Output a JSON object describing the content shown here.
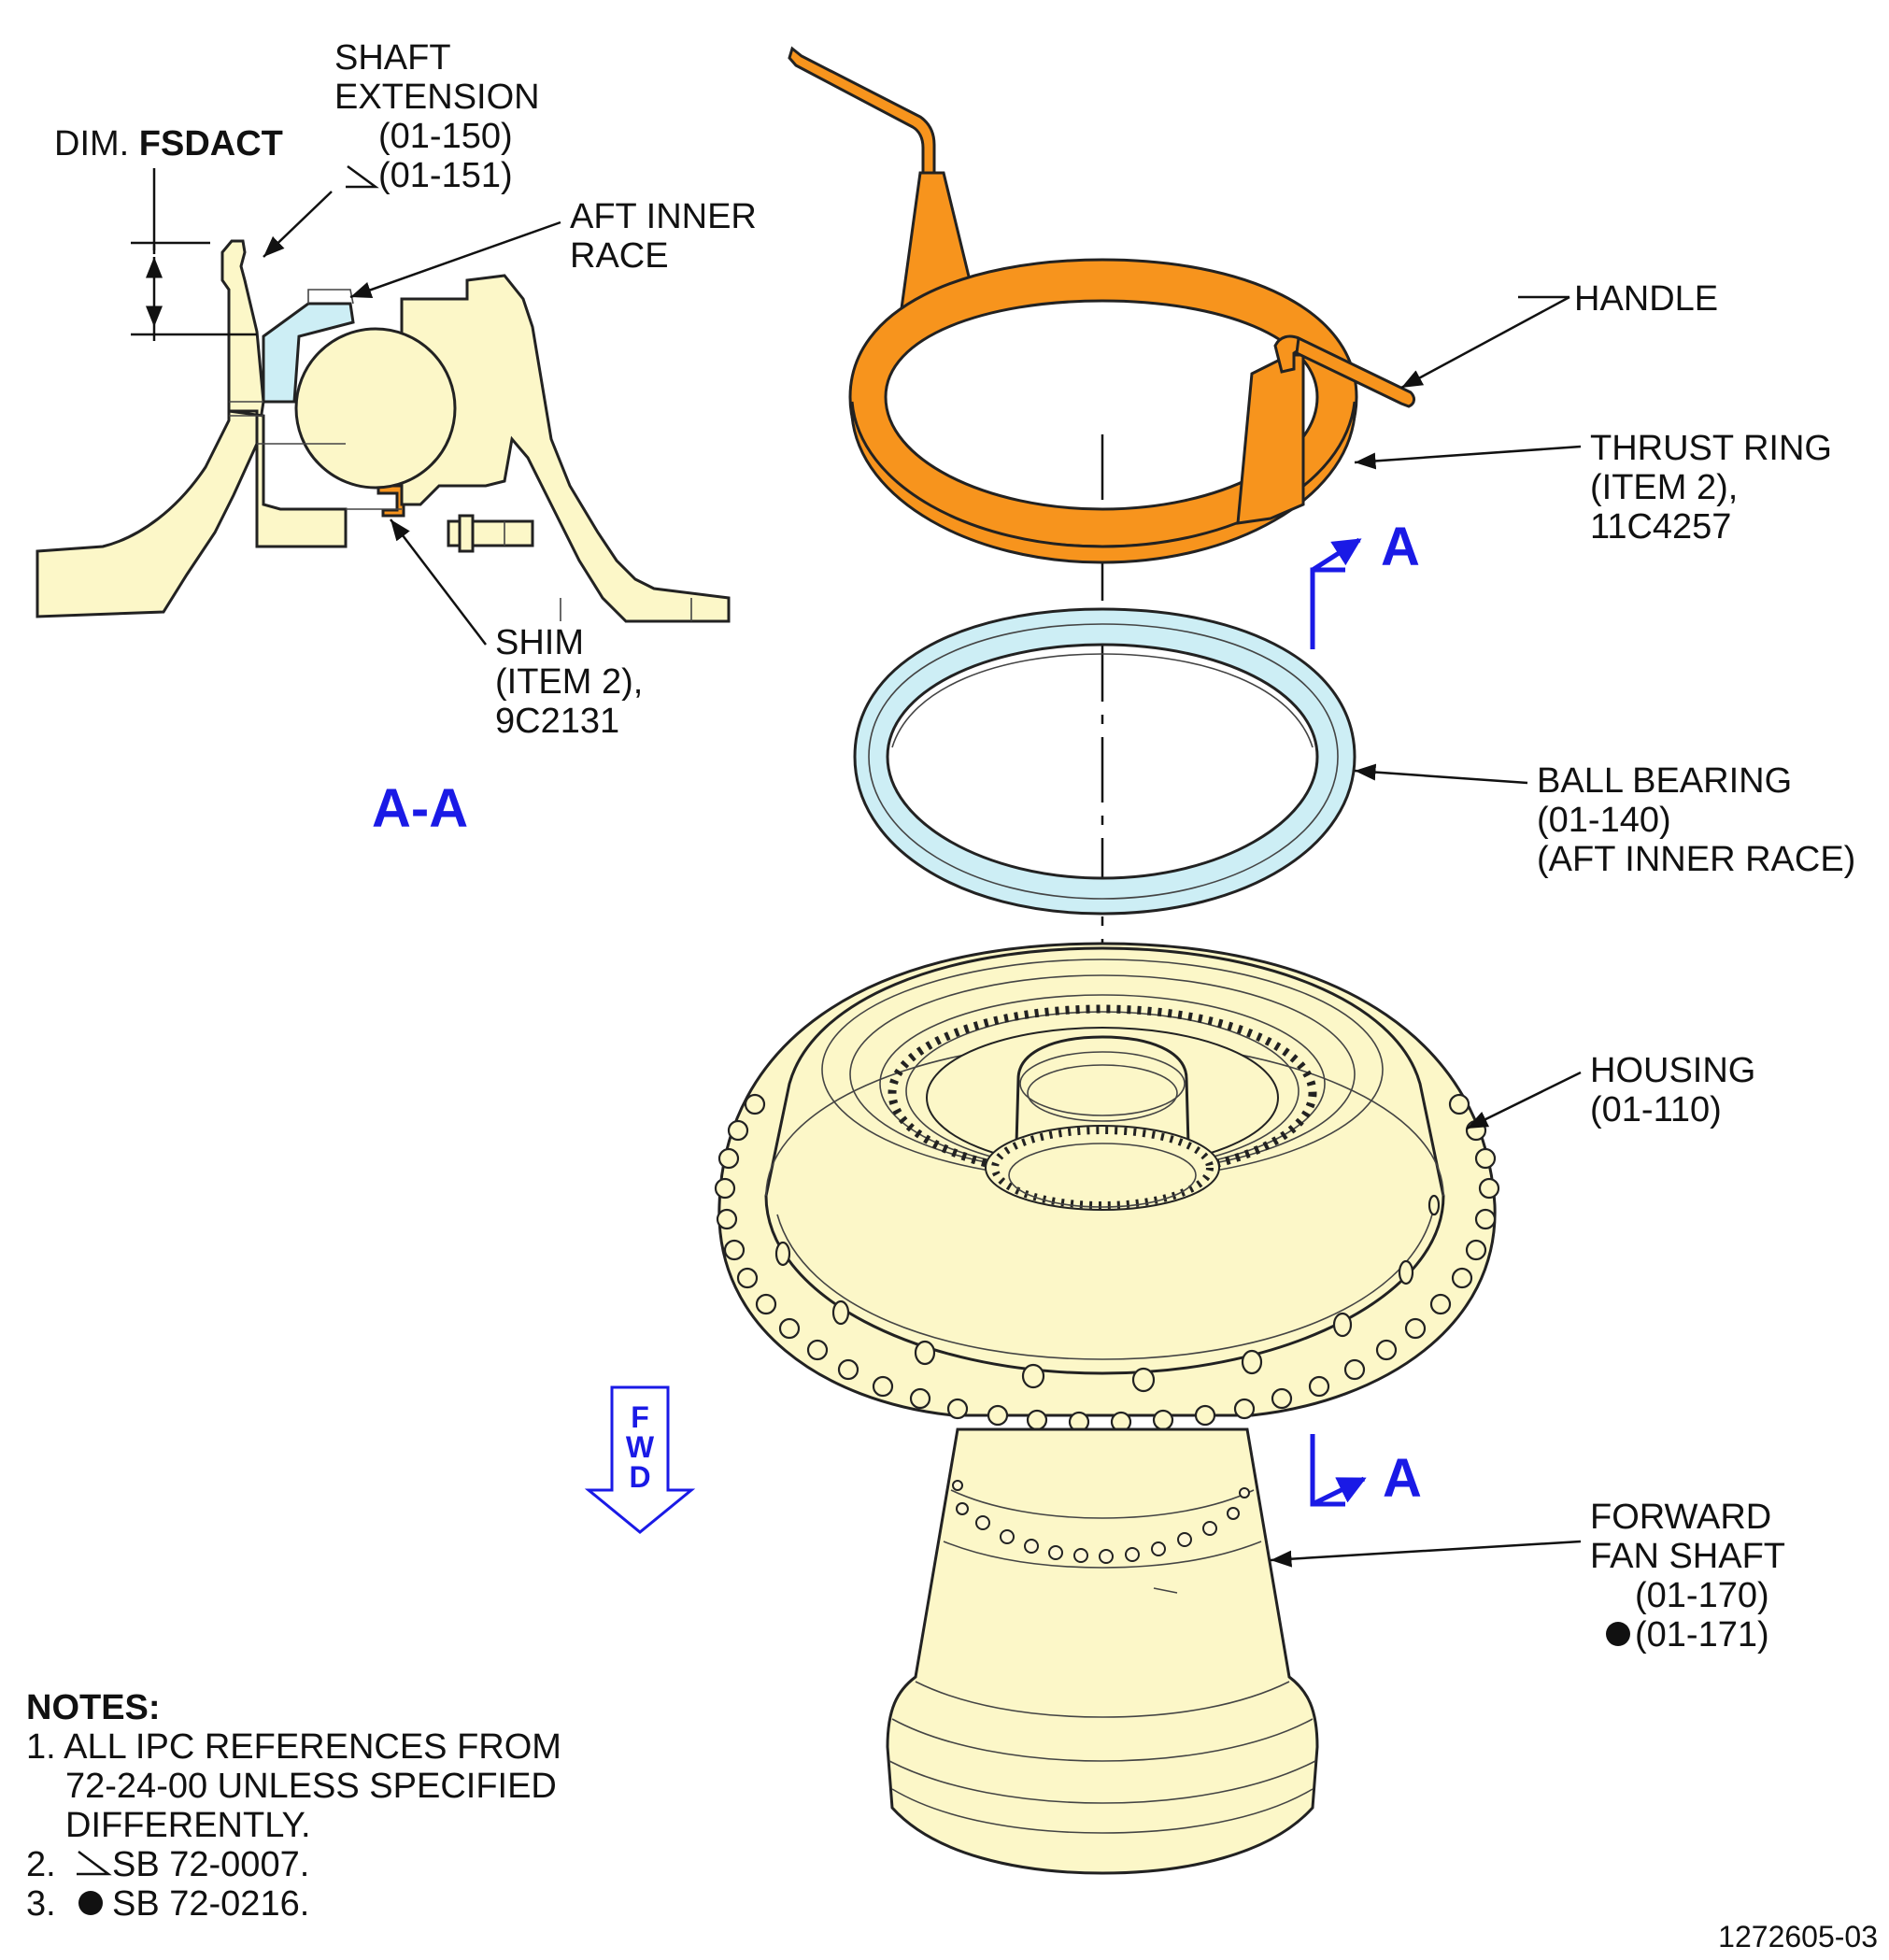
{
  "section_view": {
    "dim_prefix": "DIM. ",
    "dim_name": "FSDACT",
    "shaft_extension": [
      "SHAFT",
      "EXTENSION",
      "(01-150)",
      "(01-151)"
    ],
    "aft_inner_race": [
      "AFT INNER",
      "RACE"
    ],
    "shim": [
      "SHIM",
      "(ITEM 2),",
      "9C2131"
    ],
    "title": "A-A"
  },
  "callouts": {
    "handle": "HANDLE",
    "thrust_ring": [
      "THRUST RING",
      "(ITEM 2),",
      "11C4257"
    ],
    "ball_bearing": [
      "BALL BEARING",
      "(01-140)",
      "(AFT INNER RACE)"
    ],
    "housing": [
      "HOUSING",
      "(01-110)"
    ],
    "forward_fan_shaft": [
      "FORWARD",
      "FAN SHAFT",
      "(01-170)",
      "(01-171)"
    ]
  },
  "section_marks": [
    "A",
    "A"
  ],
  "fwd_arrow": [
    "F",
    "W",
    "D"
  ],
  "notes": {
    "heading": "NOTES:",
    "items": [
      "1. ALL IPC REFERENCES FROM",
      "72-24-00 UNLESS SPECIFIED",
      "DIFFERENTLY.",
      "2.",
      "SB 72-0007.",
      "3.",
      "SB 72-0216."
    ]
  },
  "figure_number": "1272605-03",
  "colors": {
    "thrust_ring": "#f7941d",
    "ball_bearing": "#c8eef5",
    "housing": "#fcf7c8",
    "section_blue": "#1a1ae6"
  }
}
